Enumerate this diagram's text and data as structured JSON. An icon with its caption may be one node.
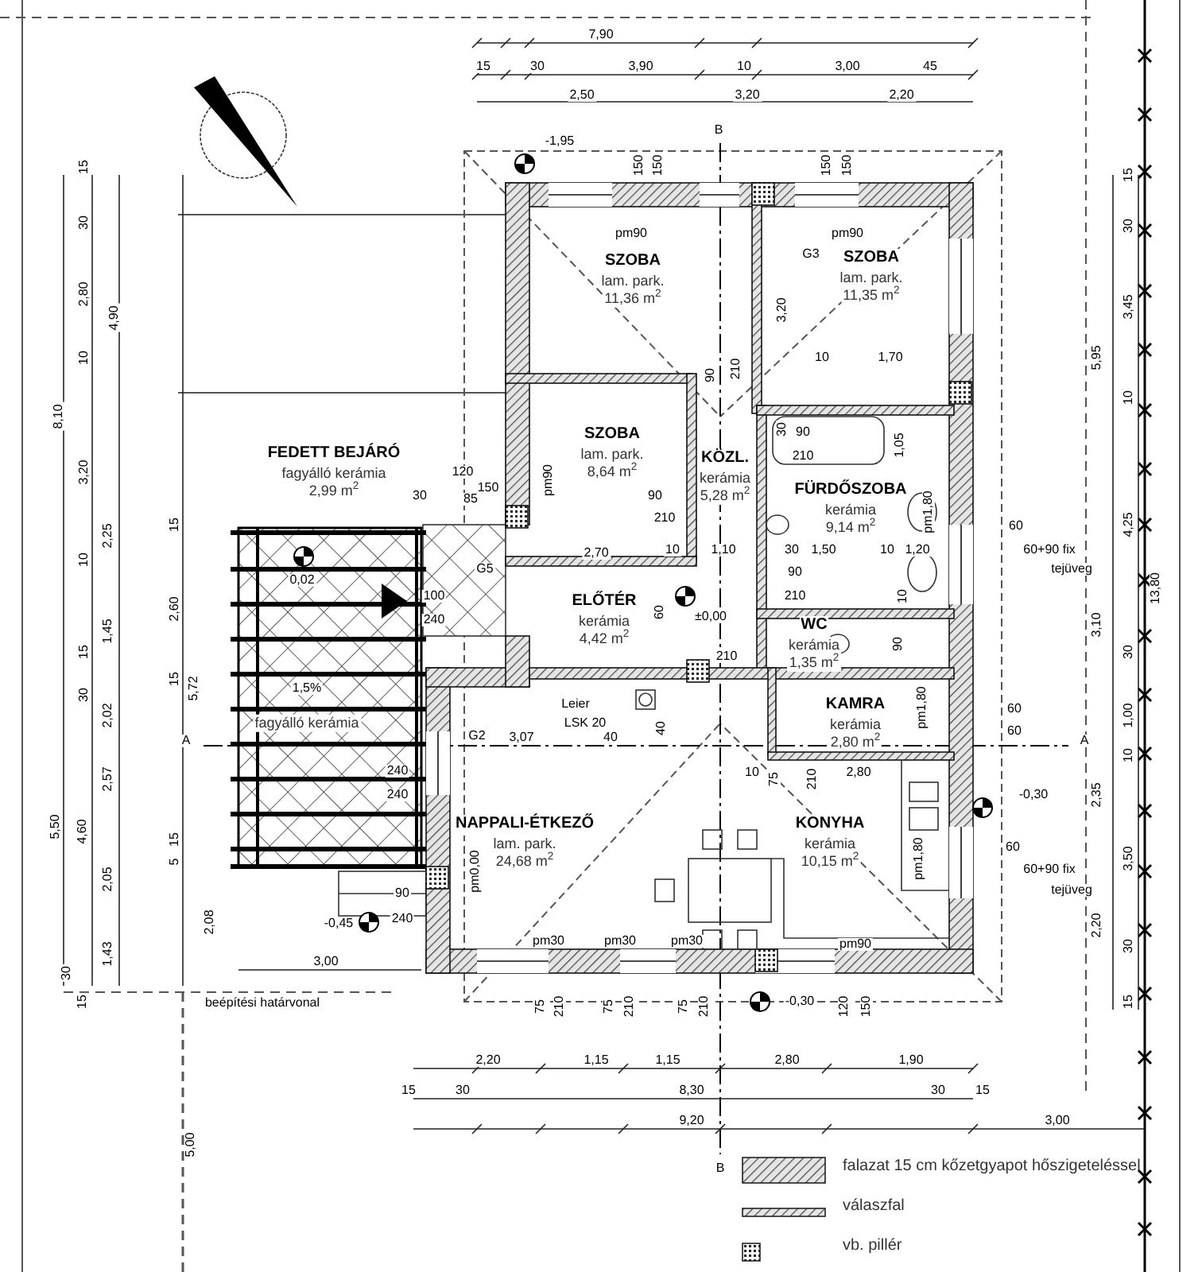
{
  "diagram": {
    "nodes": [
      {
        "text": [
          "SZOBA",
          "lam. park.",
          "11,36 m$^{2}$"
        ]
      },
      {
        "text": [
          "SZOBA",
          "lam. park.",
          "11,35 m$^{2}$"
        ]
      },
      {
        "text": [
          "FEDETT BEJÁRÓ",
          "fagyálló kerámia",
          "2,99 m$^{2}$"
        ]
      },
      {
        "text": [
          "SZOBA",
          "lam. park.",
          "8,64 m$^{2}$"
        ]
      },
      {
        "text": [
          "KÖZL.",
          "kerámia",
          "5,28 m$^{2}$"
        ]
      },
      {
        "text": [
          "FÜRDŐSZOBA",
          "kerámia",
          "9,14 m$^{2}$"
        ]
      },
      {
        "text": [
          "ELŐTÉR",
          "kerámia",
          "4,42 m$^{2}$"
        ]
      },
      {
        "text": [
          "WC",
          "kerámia",
          "1,35 m$^{2}$"
        ]
      },
      {
        "text": [
          "KAMRA",
          "kerámia",
          "2,80 m$^{2}$"
        ]
      },
      {
        "text": [
          "fagyálló kerámia"
        ]
      },
      {
        "text": [
          "NAPPALI-ÉTKEZŐ",
          "lam. park.",
          "24,68 m$^{2}$"
        ]
      },
      {
        "text": [
          "KONYHA",
          "kerámia",
          "10,15 m$^{2}$"
        ]
      }
    ],
    "labels": [
      "7,90",
      "15",
      "30",
      "3,90",
      "10",
      "3,00",
      "45",
      "2,50",
      "3,20",
      "2,20",
      "B",
      "-1,95",
      "15",
      "15",
      "150",
      "150",
      "150",
      "150",
      "30",
      "30",
      "pm90",
      "pm90",
      "G3",
      "2,80",
      "4,90",
      "3,20",
      "3,45",
      "10",
      "10",
      "1,70",
      "5,95",
      "90",
      "210",
      "10",
      "8,10",
      "90",
      "30",
      "1,05",
      "210",
      "3,20",
      "pm90",
      "120",
      "150",
      "30",
      "85",
      "90",
      "pm1,80",
      "210",
      "4,25",
      "60",
      "2,25",
      "15",
      "2,70",
      "10",
      "1,10",
      "30",
      "1,50",
      "10",
      "1,20",
      "60+90 fix",
      "10",
      "G5",
      "90",
      "tejüveg",
      "0,02",
      "100",
      "210",
      "10",
      "13,80",
      "1,45",
      "2,60",
      "240",
      "60",
      "±0,00",
      "3,10",
      "15",
      "210",
      "90",
      "30",
      "30",
      "15",
      "5,72",
      "1,5%",
      "2,02",
      "Leier",
      "LSK 20",
      "40",
      "pm1,80",
      "60",
      "60",
      "1,00",
      "A",
      "G2",
      "3,07",
      "40",
      "A",
      "10",
      "2,57",
      "240",
      "240",
      "10",
      "75",
      "210",
      "2,80",
      "-0,30",
      "2,35",
      "5,50",
      "4,60",
      "2,05",
      "15",
      "5",
      "90",
      "pm0,00",
      "pm1,80",
      "60",
      "60+90 fix",
      "tejüveg",
      "3,50",
      "1,43",
      "2,08",
      "3,00",
      "-0,45",
      "240",
      "pm30",
      "pm30",
      "pm30",
      "pm90",
      "2,20",
      "30",
      "30",
      "15",
      "beépítési határvonal",
      "75",
      "210",
      "75",
      "210",
      "75",
      "210",
      "-0,30",
      "120",
      "150",
      "15",
      "2,20",
      "1,15",
      "1,15",
      "2,80",
      "1,90",
      "15",
      "30",
      "8,30",
      "30",
      "15",
      "9,20",
      "3,00",
      "5,00",
      "B"
    ],
    "legend": [
      {
        "text": "falazat 15 cm kőzetgyapot hőszigeteléssel"
      },
      {
        "text": "válaszfal"
      },
      {
        "text": "vb. pillér"
      }
    ]
  }
}
